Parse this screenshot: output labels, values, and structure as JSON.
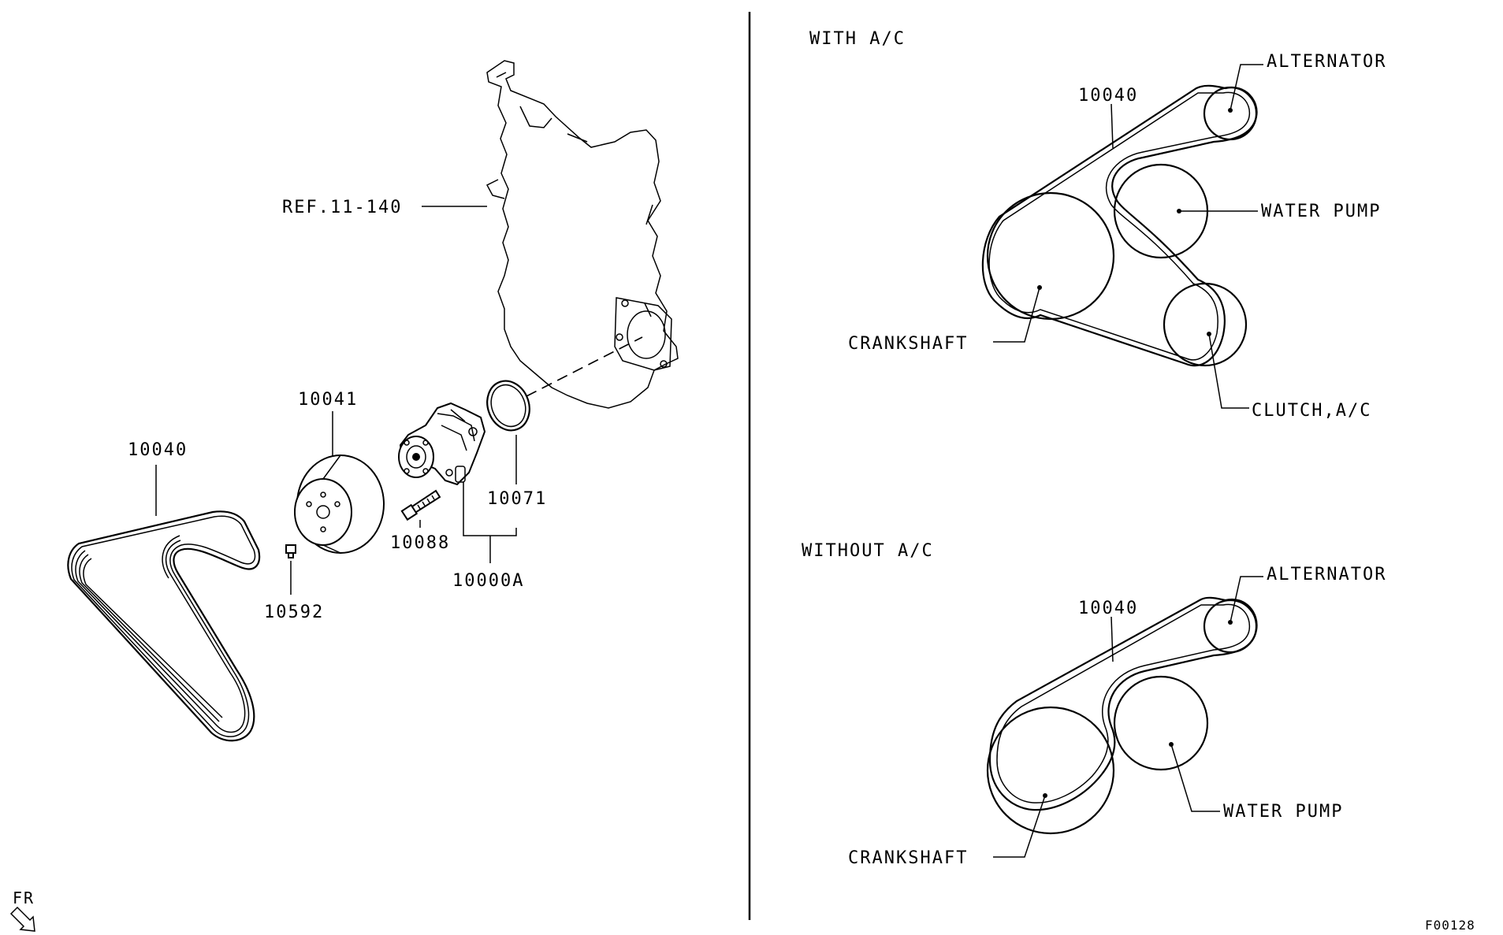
{
  "colors": {
    "background": "#ffffff",
    "ink": "#000000"
  },
  "exploded": {
    "ref_label": "REF.11-140",
    "parts": {
      "belt": "10040",
      "pulley": "10041",
      "pulley_bolt": "10592",
      "pump_bolt": "10088",
      "gasket": "10071",
      "pump_assy": "10000A"
    },
    "direction_label": "FR"
  },
  "with_ac": {
    "title": "WITH A/C",
    "belt": "10040",
    "alternator": "ALTERNATOR",
    "water_pump": "WATER PUMP",
    "crankshaft": "CRANKSHAFT",
    "clutch": "CLUTCH,A/C"
  },
  "without_ac": {
    "title": "WITHOUT A/C",
    "belt": "10040",
    "alternator": "ALTERNATOR",
    "water_pump": "WATER PUMP",
    "crankshaft": "CRANKSHAFT"
  },
  "figure_id": "F00128"
}
